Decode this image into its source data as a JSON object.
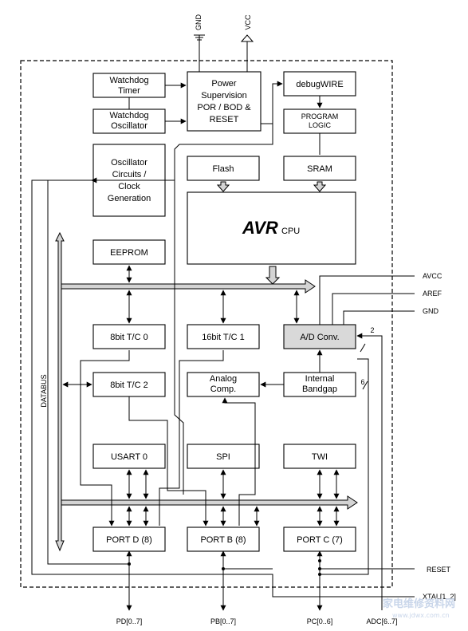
{
  "blocks": {
    "watchdog_timer": [
      "Watchdog",
      "Timer"
    ],
    "watchdog_osc": [
      "Watchdog",
      "Oscillator"
    ],
    "osc_circuits": [
      "Oscillator",
      "Circuits /",
      "Clock",
      "Generation"
    ],
    "power_supervision": [
      "Power",
      "Supervision",
      "POR / BOD &",
      "RESET"
    ],
    "debugwire": "debugWIRE",
    "program_logic": [
      "PROGRAM",
      "LOGIC"
    ],
    "flash": "Flash",
    "sram": "SRAM",
    "cpu_logo": "AVR",
    "cpu_suffix": "CPU",
    "eeprom": "EEPROM",
    "tc0": "8bit T/C 0",
    "tc1": "16bit T/C 1",
    "adc": "A/D Conv.",
    "tc2": "8bit T/C 2",
    "analog_comp": [
      "Analog",
      "Comp."
    ],
    "bandgap": [
      "Internal",
      "Bandgap"
    ],
    "usart": "USART 0",
    "spi": "SPI",
    "twi": "TWI",
    "port_d": "PORT D (8)",
    "port_b": "PORT B (8)",
    "port_c": "PORT C (7)"
  },
  "supply": {
    "gnd": "GND",
    "vcc": "VCC"
  },
  "bus_label": "DATABUS",
  "side_pins": {
    "avcc": "AVCC",
    "aref": "AREF",
    "gnd": "GND",
    "reset": "RESET",
    "xtal": "XTAL[1..2]"
  },
  "bus_widths": {
    "adc_mux": "2",
    "adc_in": "6"
  },
  "bottom_pins": {
    "pd": "PD[0..7]",
    "pb": "PB[0..7]",
    "pc": "PC[0..6]",
    "adc": "ADC[6..7]"
  },
  "watermark": {
    "main": "家电维修资料网",
    "url": "www.jdwx.com.cn"
  }
}
